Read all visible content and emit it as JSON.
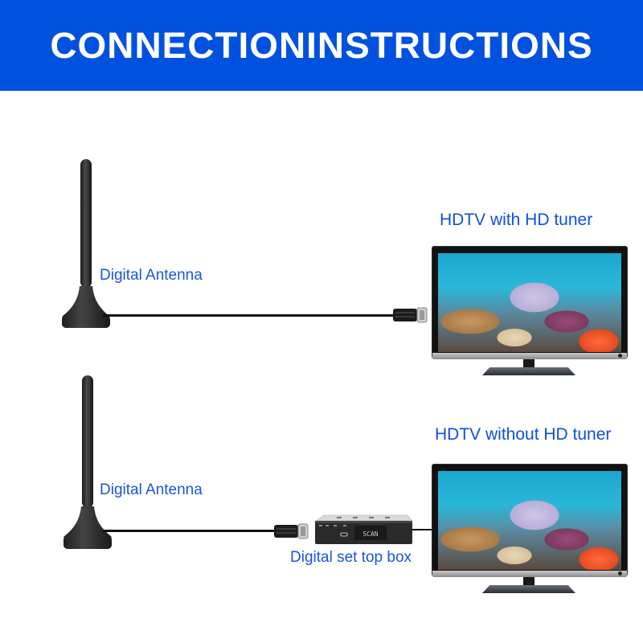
{
  "header": {
    "title": "CONNECTIONINSTRUCTIONS",
    "background_color": "#0052de",
    "text_color": "#ffffff"
  },
  "colors": {
    "label_blue": "#1a55e0",
    "cable": "#111111"
  },
  "setup_1": {
    "antenna_label": "Digital Antenna",
    "tv_label": "HDTV with HD tuner",
    "antenna_icon": "antenna-icon",
    "connector_icon": "coaxial-connector-icon",
    "tv_icon": "tv-icon"
  },
  "setup_2": {
    "antenna_label": "Digital Antenna",
    "tv_label": "HDTV without HD tuner",
    "set_top_box_label": "Digital set top box",
    "set_top_box_display": "SCAN",
    "antenna_icon": "antenna-icon",
    "connector_icon": "coaxial-connector-icon",
    "set_top_box_icon": "set-top-box-icon",
    "tv_icon": "tv-icon"
  }
}
